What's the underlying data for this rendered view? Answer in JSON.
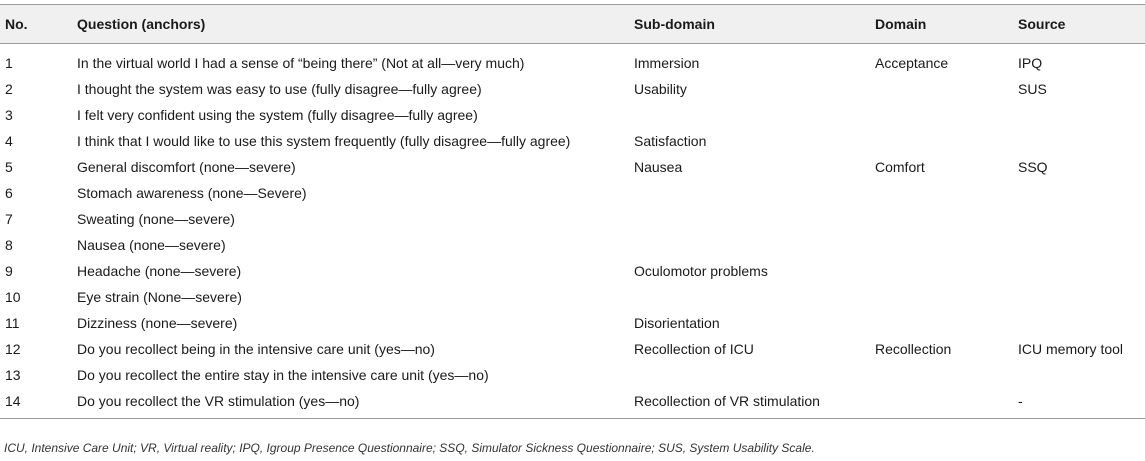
{
  "table": {
    "headers": [
      "No.",
      "Question (anchors)",
      "Sub-domain",
      "Domain",
      "Source"
    ],
    "rows": [
      [
        "1",
        "In the virtual world I had a sense of “being there” (Not at all—very much)",
        "Immersion",
        "Acceptance",
        "IPQ"
      ],
      [
        "2",
        "I thought the system was easy to use (fully disagree—fully agree)",
        "Usability",
        "",
        "SUS"
      ],
      [
        "3",
        "I felt very confident using the system (fully disagree—fully agree)",
        "",
        "",
        ""
      ],
      [
        "4",
        "I think that I would like to use this system frequently (fully disagree—fully agree)",
        "Satisfaction",
        "",
        ""
      ],
      [
        "5",
        "General discomfort (none—severe)",
        "Nausea",
        "Comfort",
        "SSQ"
      ],
      [
        "6",
        "Stomach awareness (none—Severe)",
        "",
        "",
        ""
      ],
      [
        "7",
        "Sweating (none—severe)",
        "",
        "",
        ""
      ],
      [
        "8",
        "Nausea (none—severe)",
        "",
        "",
        ""
      ],
      [
        "9",
        "Headache (none—severe)",
        "Oculomotor problems",
        "",
        ""
      ],
      [
        "10",
        "Eye strain (None—severe)",
        "",
        "",
        ""
      ],
      [
        "11",
        "Dizziness (none—severe)",
        "Disorientation",
        "",
        ""
      ],
      [
        "12",
        "Do you recollect being in the intensive care unit (yes—no)",
        "Recollection of ICU",
        "Recollection",
        "ICU memory tool"
      ],
      [
        "13",
        "Do you recollect the entire stay in the intensive care unit (yes—no)",
        "",
        "",
        ""
      ],
      [
        "14",
        "Do you recollect the VR stimulation (yes—no)",
        "Recollection of VR stimulation",
        "",
        "-"
      ]
    ]
  },
  "footnote": "ICU, Intensive Care Unit; VR, Virtual reality; IPQ, Igroup Presence Questionnaire; SSQ, Simulator Sickness Questionnaire; SUS, System Usability Scale."
}
